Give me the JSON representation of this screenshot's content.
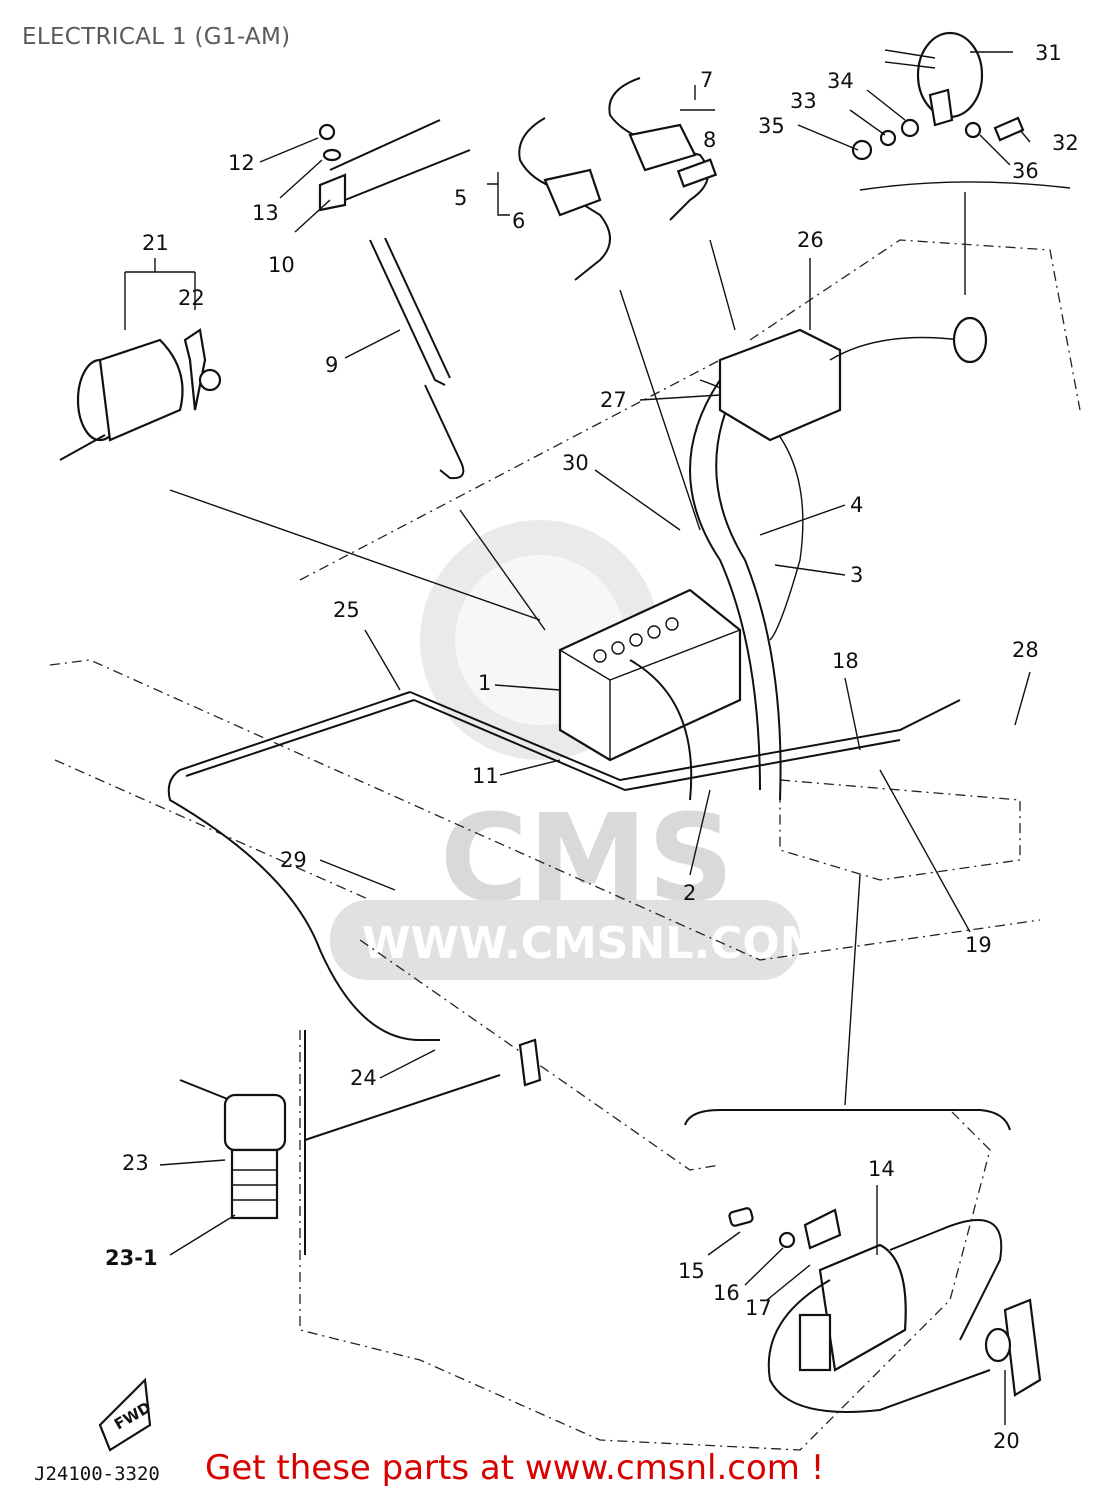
{
  "title": "ELECTRICAL 1 (G1-AM)",
  "drawing_number": "J24100-3320",
  "promo_link": "Get these parts at www.cmsnl.com !",
  "watermark": {
    "logo_text": "CMS",
    "url_text": "WWW.CMSNL.COM"
  },
  "fwd_marker": "FWD",
  "colors": {
    "promo": "#d90000",
    "title": "#5a5a5a",
    "watermark": "#d9d9d9"
  },
  "callouts": [
    {
      "id": "1",
      "label": "1"
    },
    {
      "id": "2",
      "label": "2"
    },
    {
      "id": "3",
      "label": "3"
    },
    {
      "id": "4",
      "label": "4"
    },
    {
      "id": "5",
      "label": "5"
    },
    {
      "id": "6",
      "label": "6"
    },
    {
      "id": "7",
      "label": "7"
    },
    {
      "id": "8",
      "label": "8"
    },
    {
      "id": "9",
      "label": "9"
    },
    {
      "id": "10",
      "label": "10"
    },
    {
      "id": "11",
      "label": "11"
    },
    {
      "id": "12",
      "label": "12"
    },
    {
      "id": "13",
      "label": "13"
    },
    {
      "id": "14",
      "label": "14"
    },
    {
      "id": "15",
      "label": "15"
    },
    {
      "id": "16",
      "label": "16"
    },
    {
      "id": "17",
      "label": "17"
    },
    {
      "id": "18",
      "label": "18"
    },
    {
      "id": "19",
      "label": "19"
    },
    {
      "id": "20",
      "label": "20"
    },
    {
      "id": "21",
      "label": "21"
    },
    {
      "id": "22",
      "label": "22"
    },
    {
      "id": "23",
      "label": "23"
    },
    {
      "id": "23-1",
      "label": "23-1"
    },
    {
      "id": "24",
      "label": "24"
    },
    {
      "id": "25",
      "label": "25"
    },
    {
      "id": "26",
      "label": "26"
    },
    {
      "id": "27",
      "label": "27"
    },
    {
      "id": "28",
      "label": "28"
    },
    {
      "id": "29",
      "label": "29"
    },
    {
      "id": "30",
      "label": "30"
    },
    {
      "id": "31",
      "label": "31"
    },
    {
      "id": "32",
      "label": "32"
    },
    {
      "id": "33",
      "label": "33"
    },
    {
      "id": "34",
      "label": "34"
    },
    {
      "id": "35",
      "label": "35"
    },
    {
      "id": "36",
      "label": "36"
    }
  ]
}
